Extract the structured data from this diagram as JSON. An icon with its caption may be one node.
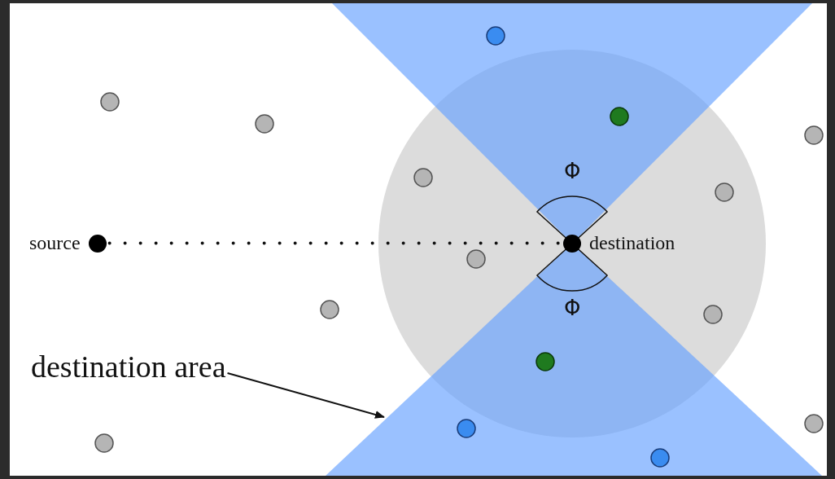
{
  "diagram": {
    "nodes": [
      {
        "text": [
          "source"
        ]
      },
      {
        "text": [
          "destination"
        ]
      },
      {
        "text": [
          "destination area"
        ]
      }
    ],
    "edges": [
      {
        "from": 0,
        "to": 1,
        "arrow": "none",
        "style": "dashed"
      },
      {
        "from": 2,
        "to": null,
        "arrow": "to"
      }
    ],
    "labels": [
      "Φ",
      "Φ"
    ]
  }
}
